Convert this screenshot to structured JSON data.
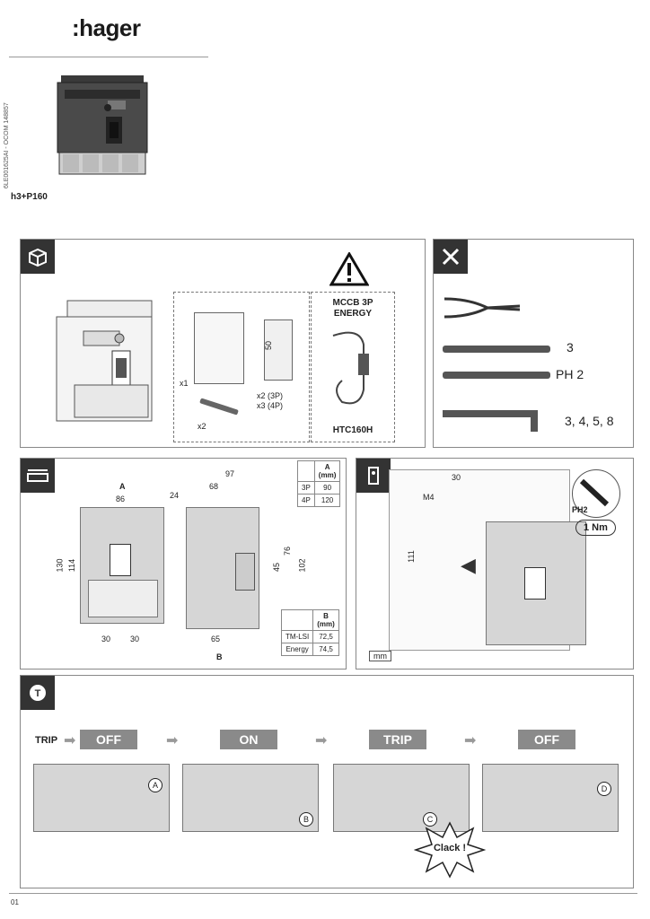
{
  "brand": {
    "logo": ":hager"
  },
  "doc_code": "6LE001625AI - OCOM 148857",
  "product_name": "h3+P160",
  "contents": {
    "qty_manual": "x1",
    "qty_screws": "x2",
    "qty_barriers": "x2 (3P)\nx3 (4P)",
    "barrier_size": "50",
    "warning_title": "MCCB 3P\nENERGY",
    "accessory_ref": "HTC160H"
  },
  "tools": {
    "flat_screwdriver": "3",
    "phillips_screwdriver": "PH 2",
    "hex_key": "3, 4, 5, 8"
  },
  "dimensions": {
    "A": "A",
    "B": "B",
    "front_width": "86",
    "front_height_outer": "130",
    "front_height_inner": "114",
    "pitch1": "30",
    "pitch2": "30",
    "depth_total": "97",
    "depth_68": "68",
    "offset_24": "24",
    "side_76": "76",
    "side_45": "45",
    "side_102": "102",
    "side_65": "65",
    "table_A": {
      "header": "A\n(mm)",
      "rows": [
        {
          "label": "3P",
          "value": "90"
        },
        {
          "label": "4P",
          "value": "120"
        }
      ]
    },
    "table_B": {
      "header": "B\n(mm)",
      "rows": [
        {
          "label": "TM-LSI",
          "value": "72,5"
        },
        {
          "label": "Energy",
          "value": "74,5"
        }
      ]
    }
  },
  "mounting": {
    "distance_30": "30",
    "screw_m4": "M4",
    "height_111": "111",
    "driver": "PH2",
    "torque": "1 Nm",
    "units": "mm"
  },
  "operation": {
    "trip_label": "TRIP",
    "states": [
      "OFF",
      "ON",
      "TRIP",
      "OFF"
    ],
    "steps": [
      "A",
      "B",
      "C",
      "D"
    ],
    "clack": "Clack !"
  },
  "page_number": "01"
}
